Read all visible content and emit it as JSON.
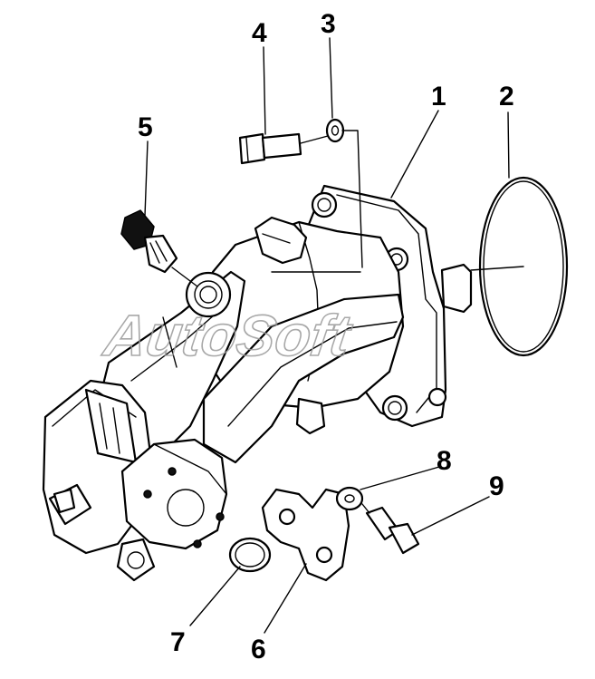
{
  "watermark": "AutoSoft",
  "callouts": {
    "c1": "1",
    "c2": "2",
    "c3": "3",
    "c4": "4",
    "c5": "5",
    "c6": "6",
    "c7": "7",
    "c8": "8",
    "c9": "9"
  }
}
